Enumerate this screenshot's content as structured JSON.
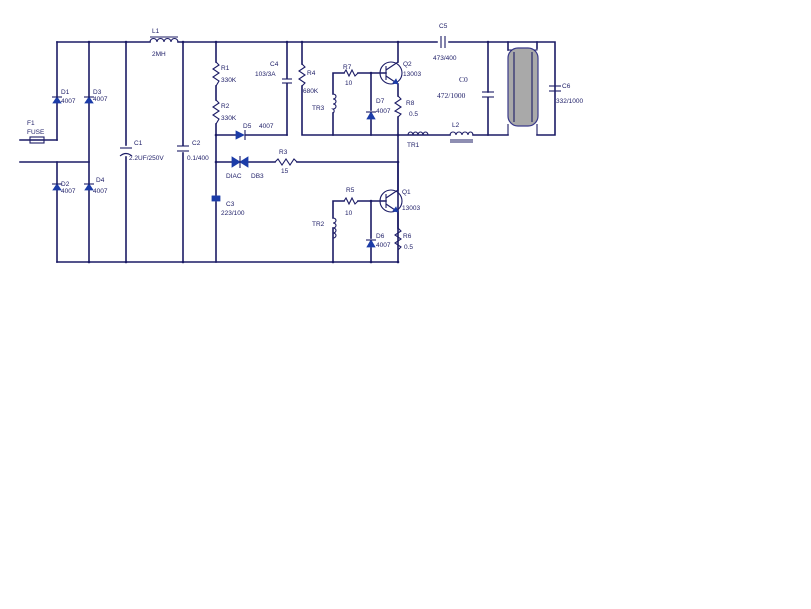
{
  "labels": {
    "L1": "L1",
    "L1v": "2MH",
    "F1": "F1",
    "F1v": "FUSE",
    "D1": "D1",
    "D1v": "4007",
    "D2": "D2",
    "D2v": "4007",
    "D3": "D3",
    "D3v": "4007",
    "D4": "D4",
    "D4v": "4007",
    "C1": "C1",
    "C1v": "2.2UF/250V",
    "C2": "C2",
    "C2v": "0.1/400",
    "R1": "R1",
    "R1v": "330K",
    "R2": "R2",
    "R2v": "330K",
    "C4": "C4",
    "C4v": "103/3A",
    "R4": "R4",
    "R4v": "680K",
    "R7": "R7",
    "R7v": "10",
    "TR3": "TR3",
    "D7": "D7",
    "D7v": "4007",
    "Q2": "Q2",
    "Q2v": "13003",
    "R8": "R8",
    "R8v": "0.5",
    "C5": "C5",
    "C5v": "473/400",
    "C0": "C0",
    "C0v": "472/1000",
    "C6": "C6",
    "C6v": "332/1000",
    "L2": "L2",
    "TR1": "TR1",
    "D5": "D5",
    "D5v": "4007",
    "DIAC": "DIAC",
    "DB3": "DB3",
    "R3": "R3",
    "R3v": "15",
    "C3": "C3",
    "C3v": "223/100",
    "R5": "R5",
    "R5v": "10",
    "TR2": "TR2",
    "Q1": "Q1",
    "Q1v": "13003",
    "D6": "D6",
    "D6v": "4007",
    "R6": "R6",
    "R6v": "0.5"
  },
  "colors": {
    "wire": "#1c1c66",
    "semiconductor_fill": "#1c3ca8",
    "lamp_fill": "#a9a9a9"
  }
}
